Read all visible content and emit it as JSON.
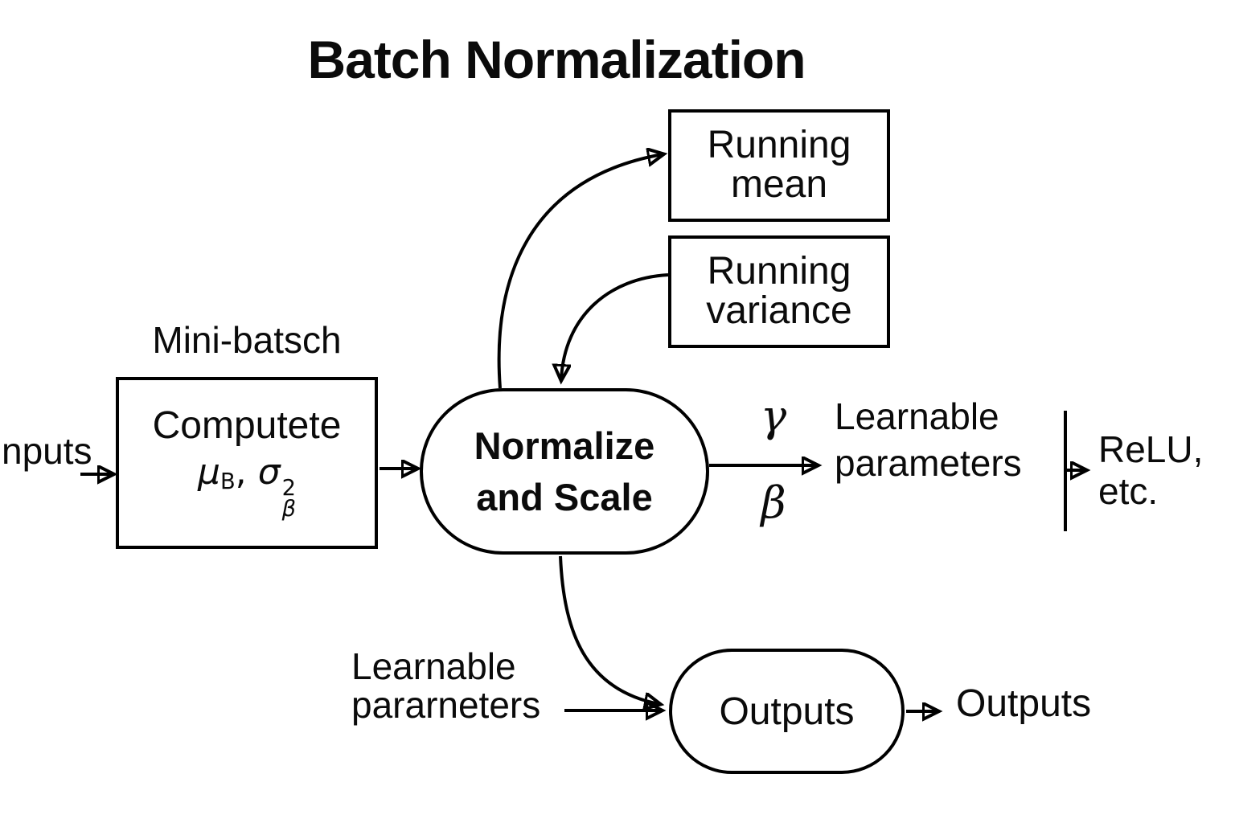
{
  "title": "Batch Normalization",
  "nodes": {
    "running_mean": {
      "lines": [
        "Running",
        "mean"
      ]
    },
    "running_variance": {
      "lines": [
        "Running",
        "variance"
      ]
    },
    "mini_batch": {
      "caption": "Mini-batsch",
      "label": "Computete",
      "formula": {
        "mu": "μ",
        "mu_sub": "B",
        "separator": ",",
        "sigma": "σ",
        "sigma_sup": "2",
        "sigma_sub": "β"
      }
    },
    "normalize": {
      "lines": [
        "Normalize",
        "and Scale"
      ]
    },
    "outputs_node": {
      "label": "Outputs"
    }
  },
  "labels": {
    "inputs": "nputs",
    "gamma": "γ",
    "beta": "β",
    "learnable_parameters_right": {
      "lines": [
        "Learnable",
        "parameters"
      ]
    },
    "relu": {
      "lines": [
        "ReLU,",
        "etc."
      ]
    },
    "learnable_parameters_bottom": {
      "lines": [
        "Learnable",
        "pararneters"
      ]
    },
    "outputs_text": "Outputs"
  },
  "colors": {
    "background": "#ffffff",
    "stroke": "#000000",
    "text": "#0b0b0b"
  }
}
